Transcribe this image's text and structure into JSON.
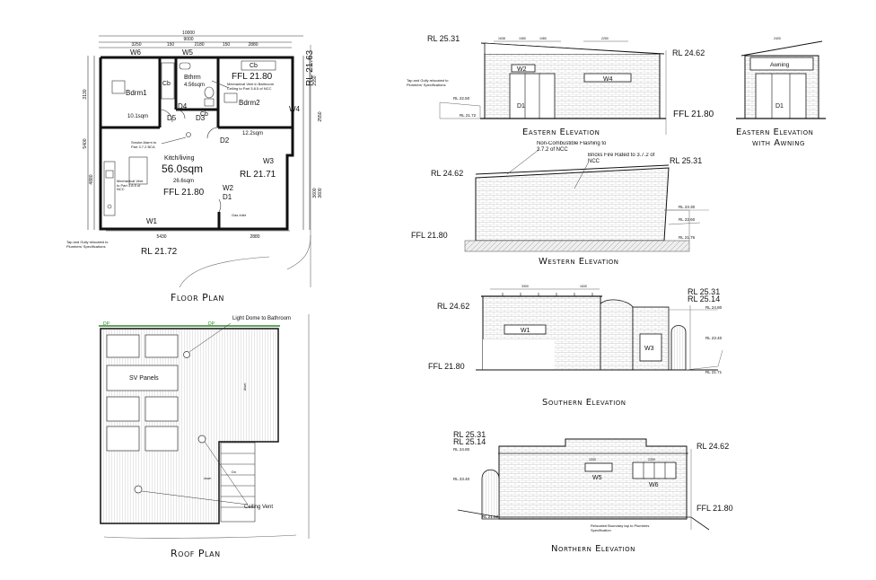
{
  "floor_plan": {
    "title": "Floor Plan",
    "dims_top": [
      "10000",
      "9000",
      "3250",
      "150",
      "2180",
      "150",
      "2880"
    ],
    "dims_bottom": [
      "5430",
      "2880"
    ],
    "dims_left": [
      "3130",
      "5400",
      "4880"
    ],
    "dims_right": [
      "2550",
      "2550",
      "3600",
      "3600"
    ],
    "windows": [
      "W6",
      "W5",
      "W4",
      "W3",
      "W2",
      "W1"
    ],
    "doors": [
      "D1",
      "D2",
      "D3",
      "D4",
      "D5"
    ],
    "rooms": {
      "bdrm1": "Bdrm1",
      "bdrm1_area": "10.1sqm",
      "bthrm": "Bthrm",
      "bthrm_area": "4.56sqm",
      "bdrm2": "Bdrm2",
      "bdrm2_area": "12.2sqm",
      "kitchen": "Kitch/living",
      "kitchen_area": "26.6sqm",
      "total_area": "56.0sqm"
    },
    "cb": [
      "Cb",
      "Cb",
      "Cb"
    ],
    "levels": {
      "ffl_top": "FFL 21.80",
      "ffl_main": "FFL 21.80",
      "rl_right_top": "RL 21.63",
      "rl_right": "RL 21.71",
      "rl_bottom": "RL 21.72"
    },
    "notes": {
      "vent": "Mechanical Vent in Bathroom Ceiling to Part 3.8.5 of NCC",
      "smoke": "Smoke Alarm to Part 3.7.2 BCA",
      "mech_vent": "Mechanical Vent to Part 3.8.5 of NCC",
      "tap": "Tap and Gully relocated to Plumbers' Specifications",
      "gas": "Gas Inlet"
    }
  },
  "roof_plan": {
    "title": "Roof Plan",
    "dp": [
      "DP",
      "DP"
    ],
    "light_dome": "Light Dome to Bathroom",
    "sv_panels": "SV Panels",
    "ceiling_vent": "Ceiling Vent",
    "down": [
      "down",
      "down",
      "Dn"
    ]
  },
  "eastern": {
    "title": "Eastern Elevation",
    "rl_left": "RL 25.31",
    "rl_right": "RL 24.62",
    "ffl": "FFL 21.80",
    "rl_ground1": "RL 22.50",
    "rl_ground2": "RL 21.72",
    "tap_note": "Tap and Gully relocated to Plumbers' Specifications",
    "dims": [
      "1638",
      "1080",
      "1080",
      "2250"
    ],
    "windows": [
      "W2",
      "W4"
    ],
    "door": "D1"
  },
  "eastern_awning": {
    "title": "Eastern Elevation",
    "title2": "with Awning",
    "awning": "Awning",
    "door": "D1",
    "dim": "2400"
  },
  "western": {
    "title": "Western Elevation",
    "rl_left": "RL 24.62",
    "rl_right": "RL 25.31",
    "ffl": "FFL 21.80",
    "note1": "Non-Combustible Flashing to 3.7.2 of NCC",
    "note2": "Bricks Fire Rated to 3.7.2 of NCC",
    "rl_a": "RL 23.30",
    "rl_b": "RL 22.60",
    "rl_c": "RL 21.76"
  },
  "southern": {
    "title": "Southern Elevation",
    "rl_left": "RL 24.62",
    "ffl": "FFL 21.80",
    "rl_top1": "RL 25.31",
    "rl_top2": "RL 25.14",
    "rl_a": "RL 24.80",
    "rl_b": "RL 23.40",
    "rl_c": "RL 21.71",
    "windows": [
      "W1",
      "W3"
    ],
    "dims": [
      "3300",
      "1630"
    ]
  },
  "northern": {
    "title": "Northern Elevation",
    "rl_top1": "RL 25.31",
    "rl_top2": "RL 25.14",
    "rl_a": "RL 24.80",
    "rl_b": "RL 23.40",
    "rl_c": "RL 21.63",
    "rl_right": "RL 24.62",
    "ffl": "FFL 21.80",
    "windows": [
      "W5",
      "W6"
    ],
    "dims": [
      "1330",
      "2250"
    ],
    "note": "Relocated Boundary tap to Plumbers Specification"
  }
}
